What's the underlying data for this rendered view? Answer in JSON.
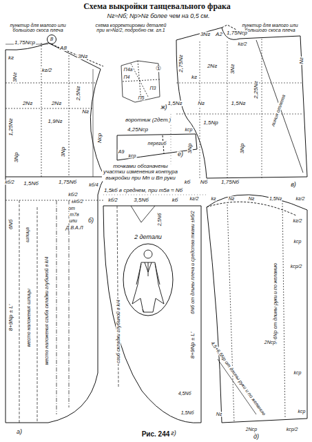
{
  "diagram": {
    "title": "Схема выкройки танцевального фрака",
    "caption": "Рис. 244",
    "labels": [
      "Nг≈Nб; Nр>Nг более чем на 0,5 см.",
      "пунктир для малого или большого скоса плеча",
      "схема корректировки деталей при w>Nг/2, подробно см. гл.1",
      "пунктир для малого или большого скоса плеча",
      "1,75Nср",
      "8",
      "А8",
      "3Nг",
      "kг",
      "kг/2",
      "3Nг",
      "2,5Nг",
      "2Nг",
      "2Nг",
      "Nг",
      "1,25Nг",
      "1,9Nг",
      "3Nр",
      "3Nр",
      "Nср",
      "kб/2",
      "1,5Nб",
      "1,75Nб",
      "kб/4",
      "kб/2",
      "±kб/2",
      "от",
      "т7в",
      "или",
      "Д.В.А.Л",
      "б)",
      "П4а",
      "П4",
      "П5",
      "П3",
      "①",
      "ж)",
      "воротник (2дет.)",
      "4,25Nср",
      "kср",
      "перегиб",
      "А9",
      "kср",
      "е)",
      "точками обозначены участки изменения контура выкройки при Mп и Bп руки",
      "1,5kб в среднем, при т5в ≈ Nб",
      "3Nг",
      "А2",
      "1,75Nср",
      "kг/2",
      "Nг",
      "2,75Nг",
      "2Nг",
      "3Nг",
      "kг",
      "2,25Nг",
      "1,5Nг",
      "Nг",
      "1,5Nг",
      "1,5Nр",
      "3Nр",
      "3Nр",
      "линия отлета",
      "kб",
      "Nб",
      "1,75Nб",
      "в)",
      "6Nб",
      "шлица",
      "8+9Nр ± L'",
      "место наложения шлицы",
      "место наложения сгиба складки глубиной в k/4",
      "а)",
      "kб/2",
      "3,5Nб",
      "kб",
      "2,5Nб",
      "kг/2",
      "6Nб от длины плеча и средства ткани ±kб/2",
      "2 детали",
      "8+9Nр ± L'",
      "сгиб складки глубиной в k/4",
      "4,5Nб",
      "1,5Nб",
      "г)",
      "kг",
      "Nг",
      "Nг",
      "1,5Nг",
      "kг/2",
      "kг/2",
      "kср",
      "kср/2",
      "4+6Nр от длины руки и по желанию",
      "2Nср",
      "4,5+6,5Nр от длины руки и по желанию",
      "kср",
      "kср",
      "Nг",
      "2Nср",
      "kср/2",
      "д)"
    ]
  }
}
